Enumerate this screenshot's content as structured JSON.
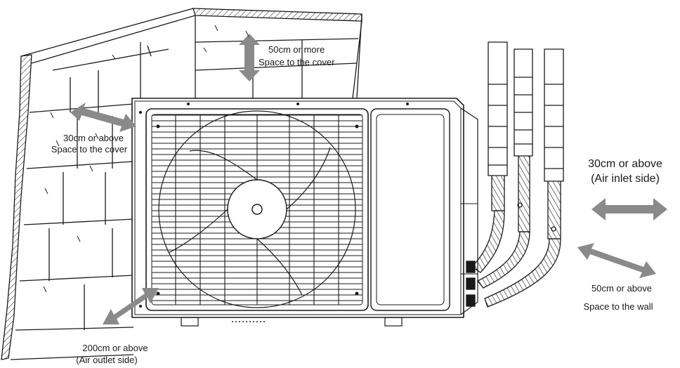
{
  "labels": {
    "top_clearance": {
      "line1": "50cm or more",
      "line2": "Space to the cover"
    },
    "left_clearance": {
      "line1": "30cm or above",
      "line2": "Space to the cover"
    },
    "right_inlet": {
      "line1": "30cm or above",
      "line2": "(Air inlet side)"
    },
    "right_wall": {
      "line1": "50cm or above",
      "line2": "Space to the wall"
    },
    "front_outlet": {
      "line1": "200cm or above",
      "line2": "(Air outlet side)"
    }
  },
  "colors": {
    "line": "#1a1a1a",
    "arrow": "#8a8a8a",
    "background": "#ffffff"
  }
}
